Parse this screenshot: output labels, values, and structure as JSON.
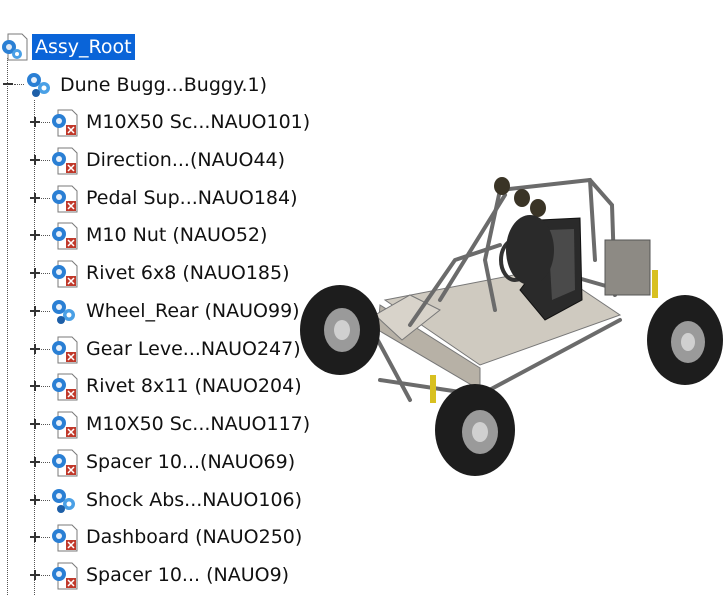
{
  "tree": {
    "root": {
      "label": "Assy_Root",
      "icon": "assembly-root-icon"
    },
    "assembly": {
      "label": "Dune Bugg...Buggy.1)",
      "icon": "product-icon"
    },
    "children": [
      {
        "label": "M10X50 Sc...NAUO101)",
        "type": "part"
      },
      {
        "label": "Direction...(NAUO44)",
        "type": "part"
      },
      {
        "label": "Pedal Sup...NAUO184)",
        "type": "part"
      },
      {
        "label": "M10 Nut (NAUO52)",
        "type": "part"
      },
      {
        "label": "Rivet 6x8 (NAUO185)",
        "type": "part"
      },
      {
        "label": "Wheel_Rear (NAUO99)",
        "type": "product"
      },
      {
        "label": "Gear Leve...NAUO247)",
        "type": "part"
      },
      {
        "label": "Rivet 8x11 (NAUO204)",
        "type": "part"
      },
      {
        "label": "M10X50 Sc...NAUO117)",
        "type": "part"
      },
      {
        "label": "Spacer 10...(NAUO69)",
        "type": "part"
      },
      {
        "label": "Shock Abs...NAUO106)",
        "type": "product"
      },
      {
        "label": "Dashboard (NAUO250)",
        "type": "part"
      },
      {
        "label": "Spacer 10... (NAUO9)",
        "type": "part"
      }
    ]
  },
  "viewport": {
    "model": "dune-buggy-3d-model"
  },
  "colors": {
    "selection": "#0a64d8",
    "gear_blue": "#2a7fd4",
    "part_red": "#c0392b",
    "frame": "#6b6b6b"
  }
}
